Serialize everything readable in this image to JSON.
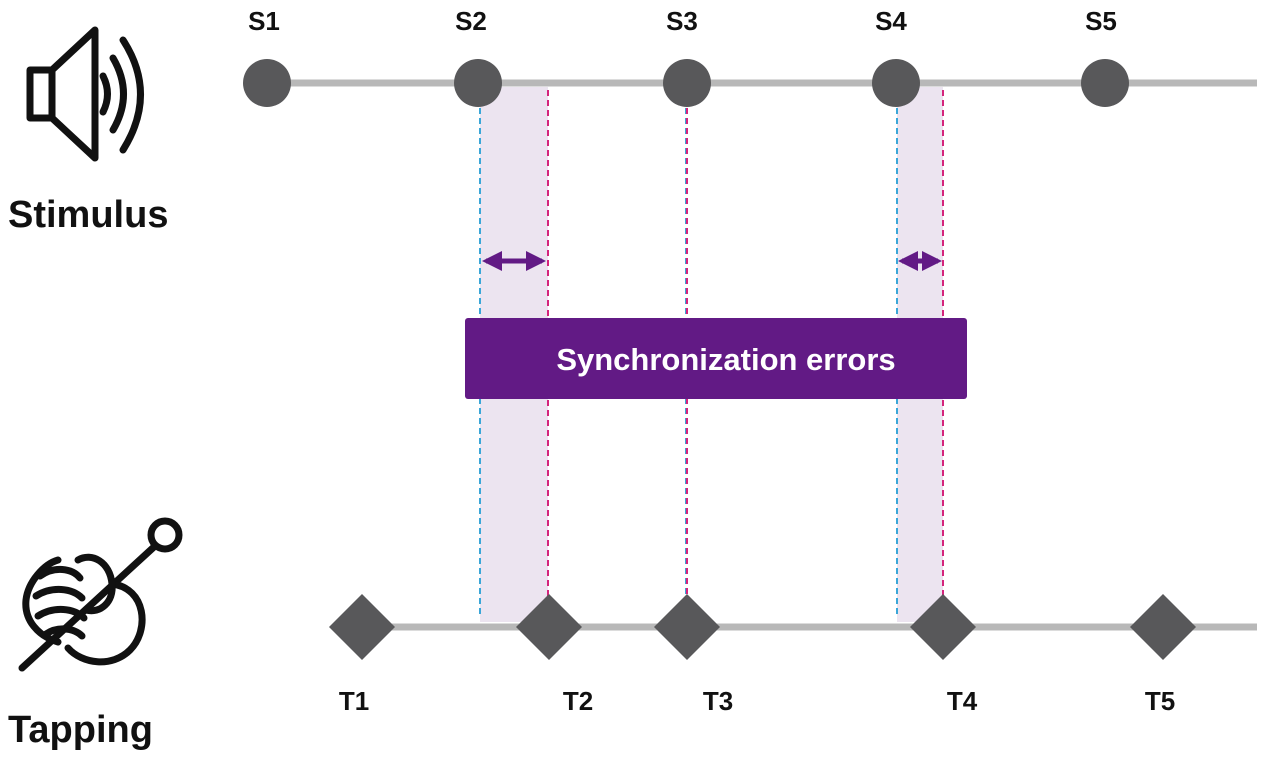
{
  "stimulus": {
    "label": "Stimulus",
    "icon": "speaker-icon",
    "events": [
      "S1",
      "S2",
      "S3",
      "S4",
      "S5"
    ]
  },
  "tapping": {
    "label": "Tapping",
    "icon": "hand-mallet-icon",
    "events": [
      "T1",
      "T2",
      "T3",
      "T4",
      "T5"
    ]
  },
  "banner": {
    "text": "Synchronization errors"
  },
  "colors": {
    "marker": "#58585a",
    "timeline": "#b8b8b8",
    "banner": "#621a85",
    "error_band": "#ece4f0",
    "stimulus_guide": "#3aa6d8",
    "tap_guide": "#d4247c",
    "arrow": "#621a85"
  }
}
